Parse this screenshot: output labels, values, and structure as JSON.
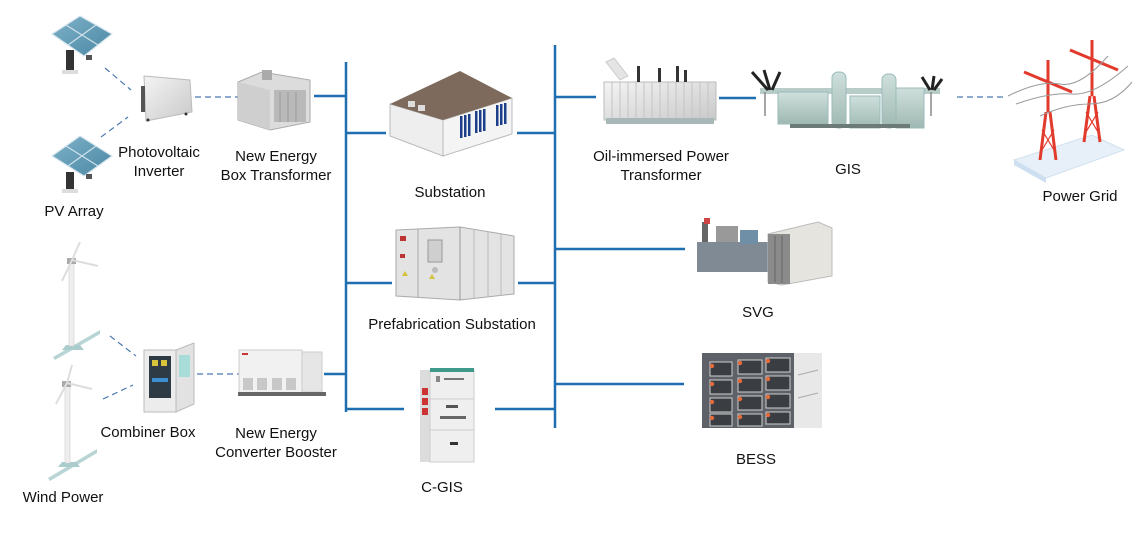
{
  "diagram": {
    "colors": {
      "bus": "#1f6fb0",
      "dashed": "#4a78b0",
      "label": "#111111"
    },
    "nodes": {
      "pv_array": {
        "label": "PV Array",
        "icon": "solar-panel-icon"
      },
      "pv_inverter": {
        "label": "Photovoltaic\nInverter",
        "icon": "inverter-icon"
      },
      "box_transformer": {
        "label": "New Energy\nBox Transformer",
        "icon": "box-transformer-icon"
      },
      "wind_power": {
        "label": "Wind Power",
        "icon": "wind-turbine-icon"
      },
      "combiner_box": {
        "label": "Combiner Box",
        "icon": "combiner-box-icon"
      },
      "converter_booster": {
        "label": "New Energy\nConverter Booster",
        "icon": "converter-booster-icon"
      },
      "substation": {
        "label": "Substation",
        "icon": "substation-building-icon"
      },
      "prefab_substation": {
        "label": "Prefabrication Substation",
        "icon": "container-substation-icon"
      },
      "cgis": {
        "label": "C-GIS",
        "icon": "switchgear-cabinet-icon"
      },
      "oil_transformer": {
        "label": "Oil-immersed Power\nTransformer",
        "icon": "power-transformer-icon"
      },
      "gis": {
        "label": "GIS",
        "icon": "gis-switchgear-icon"
      },
      "power_grid": {
        "label": "Power Grid",
        "icon": "transmission-tower-icon"
      },
      "svg": {
        "label": "SVG",
        "icon": "svg-compensator-icon"
      },
      "bess": {
        "label": "BESS",
        "icon": "battery-storage-icon"
      }
    },
    "connections": [
      {
        "from": "pv_array",
        "to": "pv_inverter",
        "style": "dashed"
      },
      {
        "from": "pv_inverter",
        "to": "box_transformer",
        "style": "dashed"
      },
      {
        "from": "wind_power",
        "to": "combiner_box",
        "style": "dashed"
      },
      {
        "from": "combiner_box",
        "to": "converter_booster",
        "style": "dashed"
      },
      {
        "from": "box_transformer",
        "to": "left_bus",
        "style": "solid"
      },
      {
        "from": "converter_booster",
        "to": "left_bus",
        "style": "solid"
      },
      {
        "from": "left_bus",
        "to": "substation",
        "style": "solid"
      },
      {
        "from": "left_bus",
        "to": "prefab_substation",
        "style": "solid"
      },
      {
        "from": "left_bus",
        "to": "cgis",
        "style": "solid"
      },
      {
        "from": "substation",
        "to": "right_bus",
        "style": "solid"
      },
      {
        "from": "prefab_substation",
        "to": "right_bus",
        "style": "solid"
      },
      {
        "from": "cgis",
        "to": "right_bus",
        "style": "solid"
      },
      {
        "from": "right_bus",
        "to": "oil_transformer",
        "style": "solid"
      },
      {
        "from": "oil_transformer",
        "to": "gis",
        "style": "solid"
      },
      {
        "from": "gis",
        "to": "power_grid",
        "style": "dashed"
      },
      {
        "from": "right_bus",
        "to": "svg",
        "style": "solid"
      },
      {
        "from": "right_bus",
        "to": "bess",
        "style": "solid"
      }
    ]
  }
}
